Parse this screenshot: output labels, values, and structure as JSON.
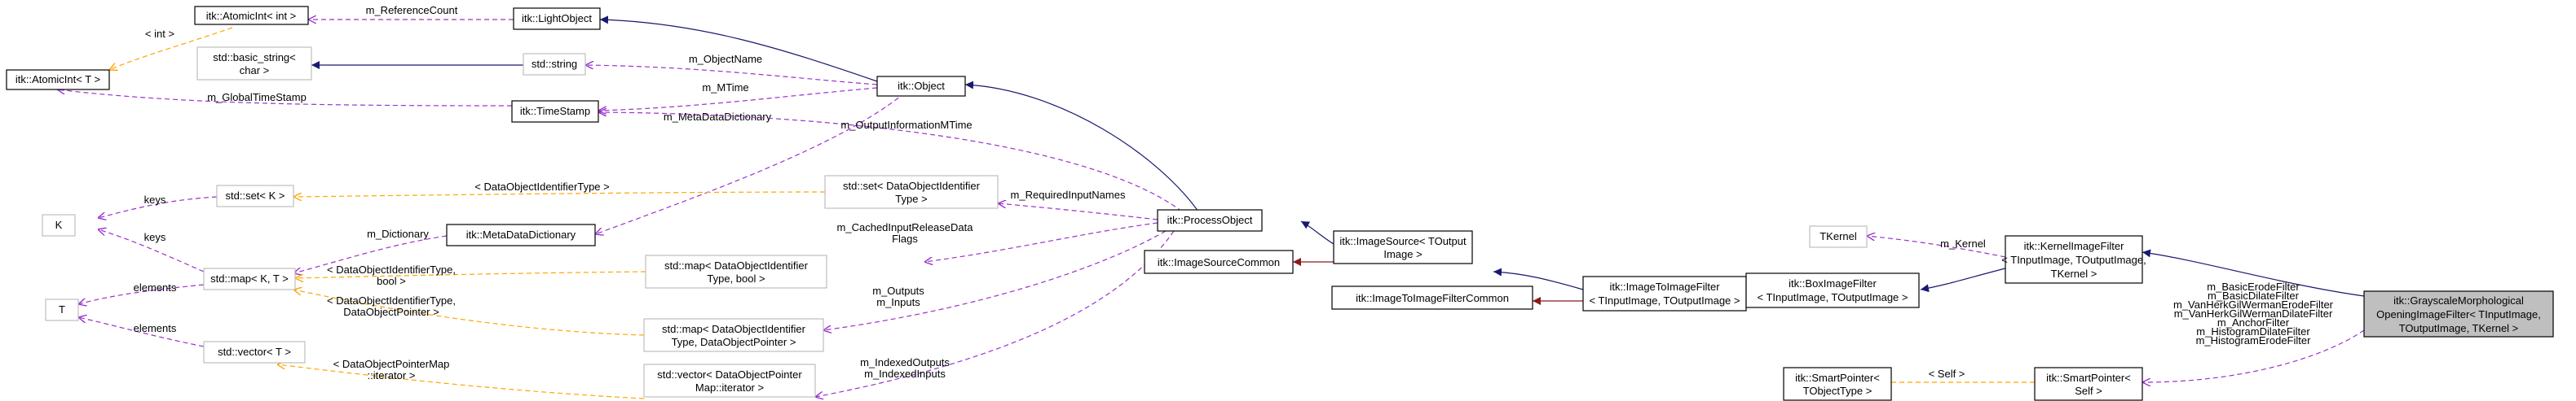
{
  "nodes": {
    "atomicint_int": [
      "itk::AtomicInt< int >"
    ],
    "lightobject": [
      "itk::LightObject"
    ],
    "atomicint_t": [
      "itk::AtomicInt< T >"
    ],
    "basic_string": [
      "std::basic_string<",
      "char >"
    ],
    "string": [
      "std::string"
    ],
    "object": [
      "itk::Object"
    ],
    "timestamp": [
      "itk::TimeStamp"
    ],
    "processobject": [
      "itk::ProcessObject"
    ],
    "k": [
      "K"
    ],
    "set_k": [
      "std::set< K >"
    ],
    "metadatadictionary": [
      "itk::MetaDataDictionary"
    ],
    "set_doit": [
      "std::set< DataObjectIdentifier",
      "Type >"
    ],
    "map_kt": [
      "std::map< K, T >"
    ],
    "map_doit_bool": [
      "std::map< DataObjectIdentifier",
      "Type, bool >"
    ],
    "t": [
      "T"
    ],
    "map_doit_dop": [
      "std::map< DataObjectIdentifier",
      "Type, DataObjectPointer >"
    ],
    "vector_t": [
      "std::vector< T >"
    ],
    "vector_dopm": [
      "std::vector< DataObjectPointer",
      "Map::iterator >"
    ],
    "imagesourcecommon": [
      "itk::ImageSourceCommon"
    ],
    "imagesource": [
      "itk::ImageSource< TOutput",
      "Image >"
    ],
    "imagetoimagefiltercommon": [
      "itk::ImageToImageFilterCommon"
    ],
    "imagetoimagefilter": [
      "itk::ImageToImageFilter",
      "< TInputImage, TOutputImage >"
    ],
    "boximagefilter": [
      "itk::BoxImageFilter",
      "< TInputImage, TOutputImage >"
    ],
    "tkernel": [
      "TKernel"
    ],
    "kernelimagefilter": [
      "itk::KernelImageFilter",
      "< TInputImage, TOutputImage,",
      "TKernel >"
    ],
    "grayscale": [
      "itk::GrayscaleMorphological",
      "OpeningImageFilter< TInputImage,",
      "TOutputImage, TKernel >"
    ],
    "smartpointer_t": [
      "itk::SmartPointer<",
      "TObjectType >"
    ],
    "smartpointer_self": [
      "itk::SmartPointer<",
      "Self >"
    ]
  },
  "edges": {
    "m_referencecount": [
      "m_ReferenceCount"
    ],
    "int_param": [
      "< int >"
    ],
    "m_globaltimestamp": [
      "m_GlobalTimeStamp"
    ],
    "m_objectname": [
      "m_ObjectName"
    ],
    "m_mtime": [
      "m_MTime"
    ],
    "m_metadatadictionary": [
      "m_MetaDataDictionary"
    ],
    "m_outputinformationmtime": [
      "m_OutputInformationMTime"
    ],
    "doit_param": [
      "< DataObjectIdentifierType >"
    ],
    "keys_set": [
      "keys"
    ],
    "keys_map": [
      "keys"
    ],
    "m_dictionary": [
      "m_Dictionary"
    ],
    "m_requiredinputnames": [
      "m_RequiredInputNames"
    ],
    "m_cachedinputreleasedataflags": [
      "m_CachedInputReleaseData",
      "Flags"
    ],
    "doit_bool_param": [
      "< DataObjectIdentifierType,",
      "bool >"
    ],
    "doit_dop_param": [
      "< DataObjectIdentifierType,",
      "DataObjectPointer >"
    ],
    "elements_map": [
      "elements"
    ],
    "elements_vector": [
      "elements"
    ],
    "m_outputs_inputs": [
      "m_Outputs",
      "m_Inputs"
    ],
    "dopm_iter_param": [
      "< DataObjectPointerMap",
      "::iterator >"
    ],
    "m_indexed": [
      "m_IndexedOutputs",
      "m_IndexedInputs"
    ],
    "m_kernel": [
      "m_Kernel"
    ],
    "filters": [
      "m_BasicErodeFilter",
      "m_BasicDilateFilter",
      "m_VanHerkGilWermanErodeFilter",
      "m_VanHerkGilWermanDilateFilter",
      "m_AnchorFilter",
      "m_HistogramDilateFilter",
      "m_HistogramErodeFilter"
    ],
    "self_param": [
      "< Self >"
    ]
  },
  "colors": {
    "inheritance": "#191970",
    "private_inheritance": "#8b1a1a",
    "usage": "#9a32cd",
    "template": "#ffa500",
    "focus_fill": "#bfbfbf",
    "external_border": "#bfbfbf"
  }
}
